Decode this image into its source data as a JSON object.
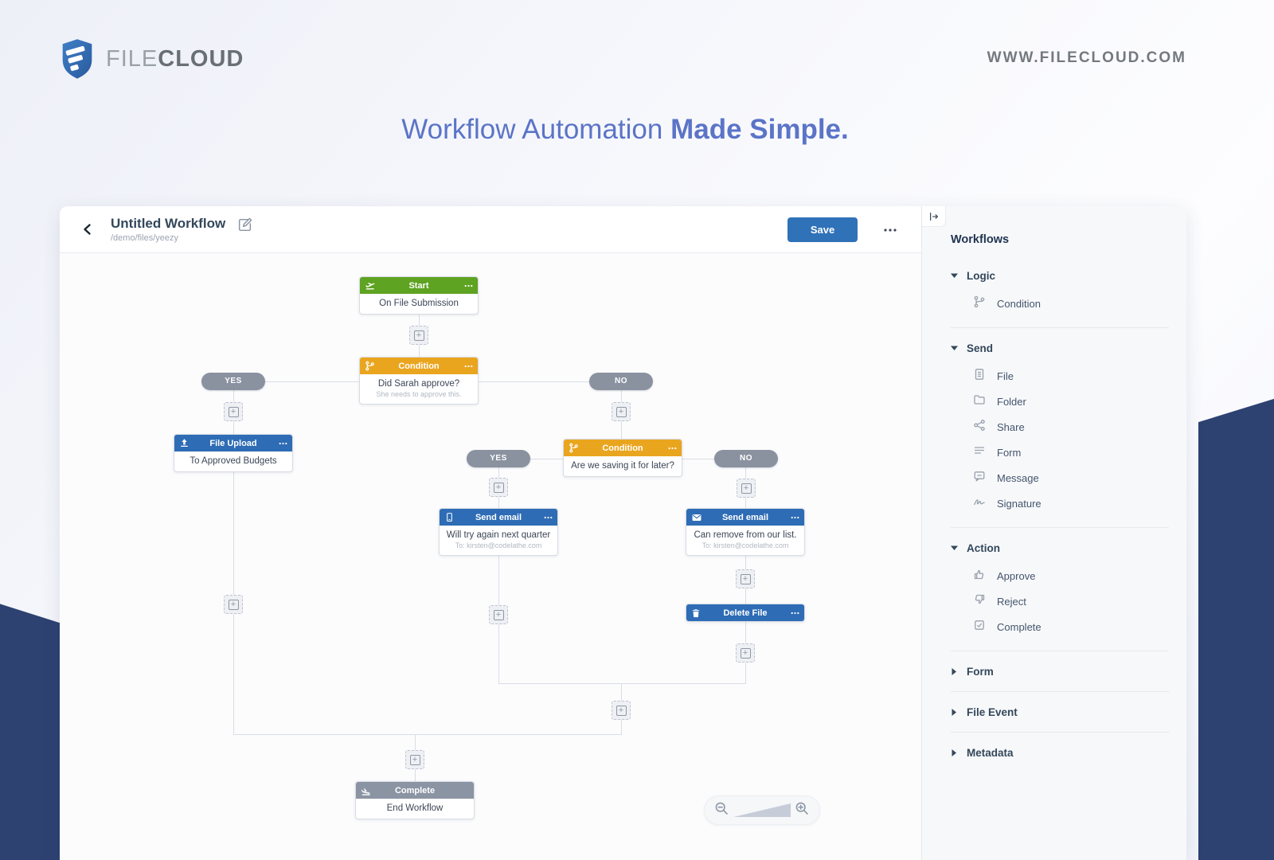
{
  "page": {
    "brand": {
      "name_light": "FILE",
      "name_bold": "CLOUD",
      "website": "WWW.FILECLOUD.COM"
    },
    "hero": {
      "title_light": "Workflow Automation",
      "title_bold": "Made Simple."
    }
  },
  "editor": {
    "header": {
      "title": "Untitled Workflow",
      "path": "/demo/files/yeezy",
      "save": "Save"
    },
    "labels": {
      "yes": "YES",
      "no": "NO",
      "plus": "+"
    },
    "nodes": [
      {
        "title": "Start",
        "body": "On File Submission"
      },
      {
        "title": "Condition",
        "body": "Did Sarah approve?",
        "note": "She needs to approve this."
      },
      {
        "title": "File Upload",
        "body": "To Approved Budgets"
      },
      {
        "title": "Condition",
        "body": "Are we saving it for later?"
      },
      {
        "title": "Send email",
        "body": "Will try again next quarter",
        "note": "To: kirsten@codelathe.com"
      },
      {
        "title": "Send email",
        "body": "Can remove from our list.",
        "note": "To: kirsten@codelathe.com"
      },
      {
        "title": "Delete File"
      },
      {
        "title": "Complete",
        "body": "End Workflow"
      }
    ],
    "sidebar": {
      "title": "Workflows",
      "groups": [
        {
          "label": "Logic",
          "expanded": true,
          "items": [
            {
              "icon": "branch-icon",
              "label": "Condition"
            }
          ]
        },
        {
          "label": "Send",
          "expanded": true,
          "items": [
            {
              "icon": "file-icon",
              "label": "File"
            },
            {
              "icon": "folder-icon",
              "label": "Folder"
            },
            {
              "icon": "share-icon",
              "label": "Share"
            },
            {
              "icon": "form-icon",
              "label": "Form"
            },
            {
              "icon": "message-icon",
              "label": "Message"
            },
            {
              "icon": "signature-icon",
              "label": "Signature"
            }
          ]
        },
        {
          "label": "Action",
          "expanded": true,
          "items": [
            {
              "icon": "thumbs-up-icon",
              "label": "Approve"
            },
            {
              "icon": "thumbs-down-icon",
              "label": "Reject"
            },
            {
              "icon": "checkbox-icon",
              "label": "Complete"
            }
          ]
        },
        {
          "label": "Form",
          "expanded": false,
          "items": []
        },
        {
          "label": "File Event",
          "expanded": false,
          "items": []
        },
        {
          "label": "Metadata",
          "expanded": false,
          "items": []
        }
      ]
    }
  },
  "colors": {
    "navy": "#2d4271",
    "title_blue": "#5b74c7",
    "node_blue": "#2e6cb5",
    "node_green": "#5ea321",
    "node_orange": "#eaa51f",
    "node_gray": "#8b94a3",
    "pill_gray": "#8a92a0",
    "save_blue": "#2f72b8"
  }
}
